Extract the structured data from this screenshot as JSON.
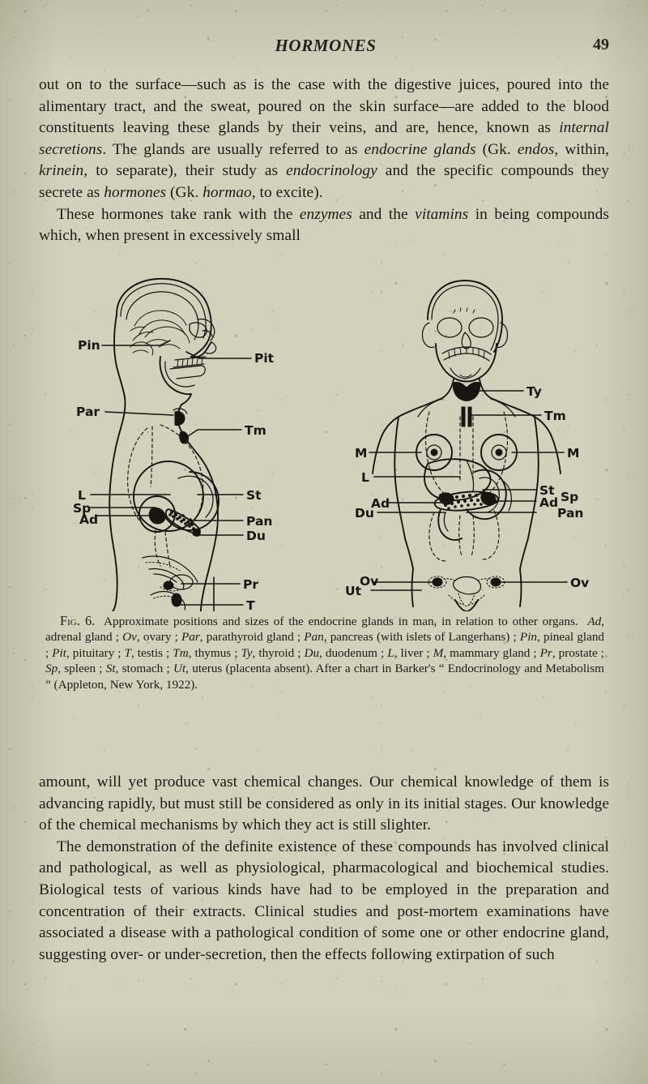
{
  "page": {
    "running_head": "HORMONES",
    "folio": "49",
    "paper_color": "#d2d1bc",
    "ink_color": "#17150f"
  },
  "body_before_figure": [
    "out on to the surface—such as is the case with the digestive juices, poured into the alimentary tract, and the sweat, poured on the skin surface—are added to the blood constituents leaving these glands by their veins, and are, hence, known as ",
    "internal secretions",
    ". The glands are usually referred to as ",
    "endocrine glands",
    " (Gk. ",
    "endos",
    ", within, ",
    "krinein",
    ", to separate), their study as ",
    "endocrinology",
    " and the specific compounds they secrete as ",
    "hormones",
    " (Gk. ",
    "hormao",
    ", to excite)."
  ],
  "paragraph_2": {
    "part1": "These hormones take rank with the ",
    "italic1": "enzymes",
    "part2": " and the ",
    "italic2": "vitamins",
    "part3": " in being compounds which, when present in excessively small"
  },
  "figure": {
    "number_label": "Fig. 6.",
    "caption_text": "Approximate positions and sizes of the endocrine glands in man, in relation to other organs.",
    "legend": [
      {
        "abbr": "Ad",
        "term": "adrenal gland"
      },
      {
        "abbr": "Ov",
        "term": "ovary"
      },
      {
        "abbr": "Par",
        "term": "parathyroid gland"
      },
      {
        "abbr": "Pan",
        "term": "pancreas (with islets of Langerhans)"
      },
      {
        "abbr": "Pin",
        "term": "pineal gland"
      },
      {
        "abbr": "Pit",
        "term": "pituitary"
      },
      {
        "abbr": "T",
        "term": "testis"
      },
      {
        "abbr": "Tm",
        "term": "thymus"
      },
      {
        "abbr": "Ty",
        "term": "thyroid"
      },
      {
        "abbr": "Du",
        "term": "duodenum"
      },
      {
        "abbr": "L",
        "term": "liver"
      },
      {
        "abbr": "M",
        "term": "mammary gland"
      },
      {
        "abbr": "Pr",
        "term": "prostate"
      },
      {
        "abbr": "Sp",
        "term": "spleen"
      },
      {
        "abbr": "St",
        "term": "stomach"
      },
      {
        "abbr": "Ut",
        "term": "uterus (placenta absent)"
      }
    ],
    "source_note": "After a chart in Barker's “ Endocrinology and Metabolism ” (Appleton, New York, 1922).",
    "left_panel": {
      "view": "lateral",
      "labels": [
        {
          "abbr": "Pin",
          "side": "left"
        },
        {
          "abbr": "Pit",
          "side": "right"
        },
        {
          "abbr": "Par",
          "side": "left"
        },
        {
          "abbr": "Tm",
          "side": "right"
        },
        {
          "abbr": "L",
          "side": "left"
        },
        {
          "abbr": "Sp",
          "side": "left"
        },
        {
          "abbr": "Ad",
          "side": "left"
        },
        {
          "abbr": "St",
          "side": "right"
        },
        {
          "abbr": "Pan",
          "side": "right"
        },
        {
          "abbr": "Du",
          "side": "right"
        },
        {
          "abbr": "Pr",
          "side": "right"
        },
        {
          "abbr": "T",
          "side": "right"
        }
      ]
    },
    "right_panel": {
      "view": "frontal",
      "labels": [
        {
          "abbr": "Ty",
          "side": "right"
        },
        {
          "abbr": "Tm",
          "side": "right"
        },
        {
          "abbr": "M",
          "side": "left"
        },
        {
          "abbr": "M",
          "side": "right"
        },
        {
          "abbr": "L",
          "side": "left"
        },
        {
          "abbr": "Du",
          "side": "left"
        },
        {
          "abbr": "Ad",
          "side": "left"
        },
        {
          "abbr": "St",
          "side": "right"
        },
        {
          "abbr": "Sp",
          "side": "right"
        },
        {
          "abbr": "Ad",
          "side": "right"
        },
        {
          "abbr": "Pan",
          "side": "right"
        },
        {
          "abbr": "Ut",
          "side": "left"
        },
        {
          "abbr": "Ov",
          "side": "left"
        },
        {
          "abbr": "Ov",
          "side": "right"
        }
      ]
    }
  },
  "body_after_figure": {
    "para_a": {
      "part1": "amount, will yet produce vast chemical changes. Our chemical knowledge of them is advancing rapidly, but must still be considered as only in its initial stages. Our knowledge of the chemical mechanisms by which they act is still slighter."
    },
    "para_b": {
      "part1": "The demonstration of the definite existence of these compounds has involved clinical and pathological, as well as physiological, pharmacological and biochemical studies. Biological tests of various kinds have had to be employed in the preparation and concentration of their extracts. Clinical studies and post-mortem examinations have associated a disease with a pathological condition of some one or other endocrine gland, suggesting over- or under-secretion, then the effects following extirpation of such"
    }
  }
}
